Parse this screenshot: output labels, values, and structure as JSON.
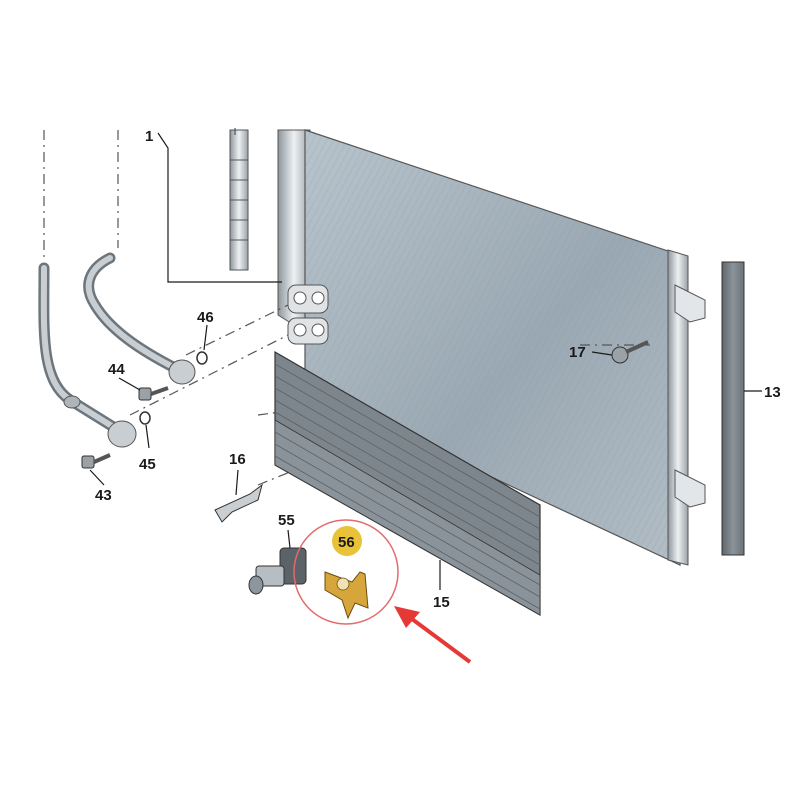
{
  "labels": {
    "p1": "1",
    "p13": "13",
    "p15": "15",
    "p16": "16",
    "p17": "17",
    "p43": "43",
    "p44": "44",
    "p45": "45",
    "p46": "46",
    "p55": "55",
    "p56": "56"
  },
  "colors": {
    "radiator_core": "#9aa8b3",
    "radiator_frame": "#d6dade",
    "grille": "#7e868d",
    "highlight": "#e8c33a",
    "bracket": "#d7a63a",
    "callout_circle": "#e26b6b",
    "arrow": "#e53935"
  },
  "icons": {
    "callout_arrow": "arrow-icon"
  }
}
